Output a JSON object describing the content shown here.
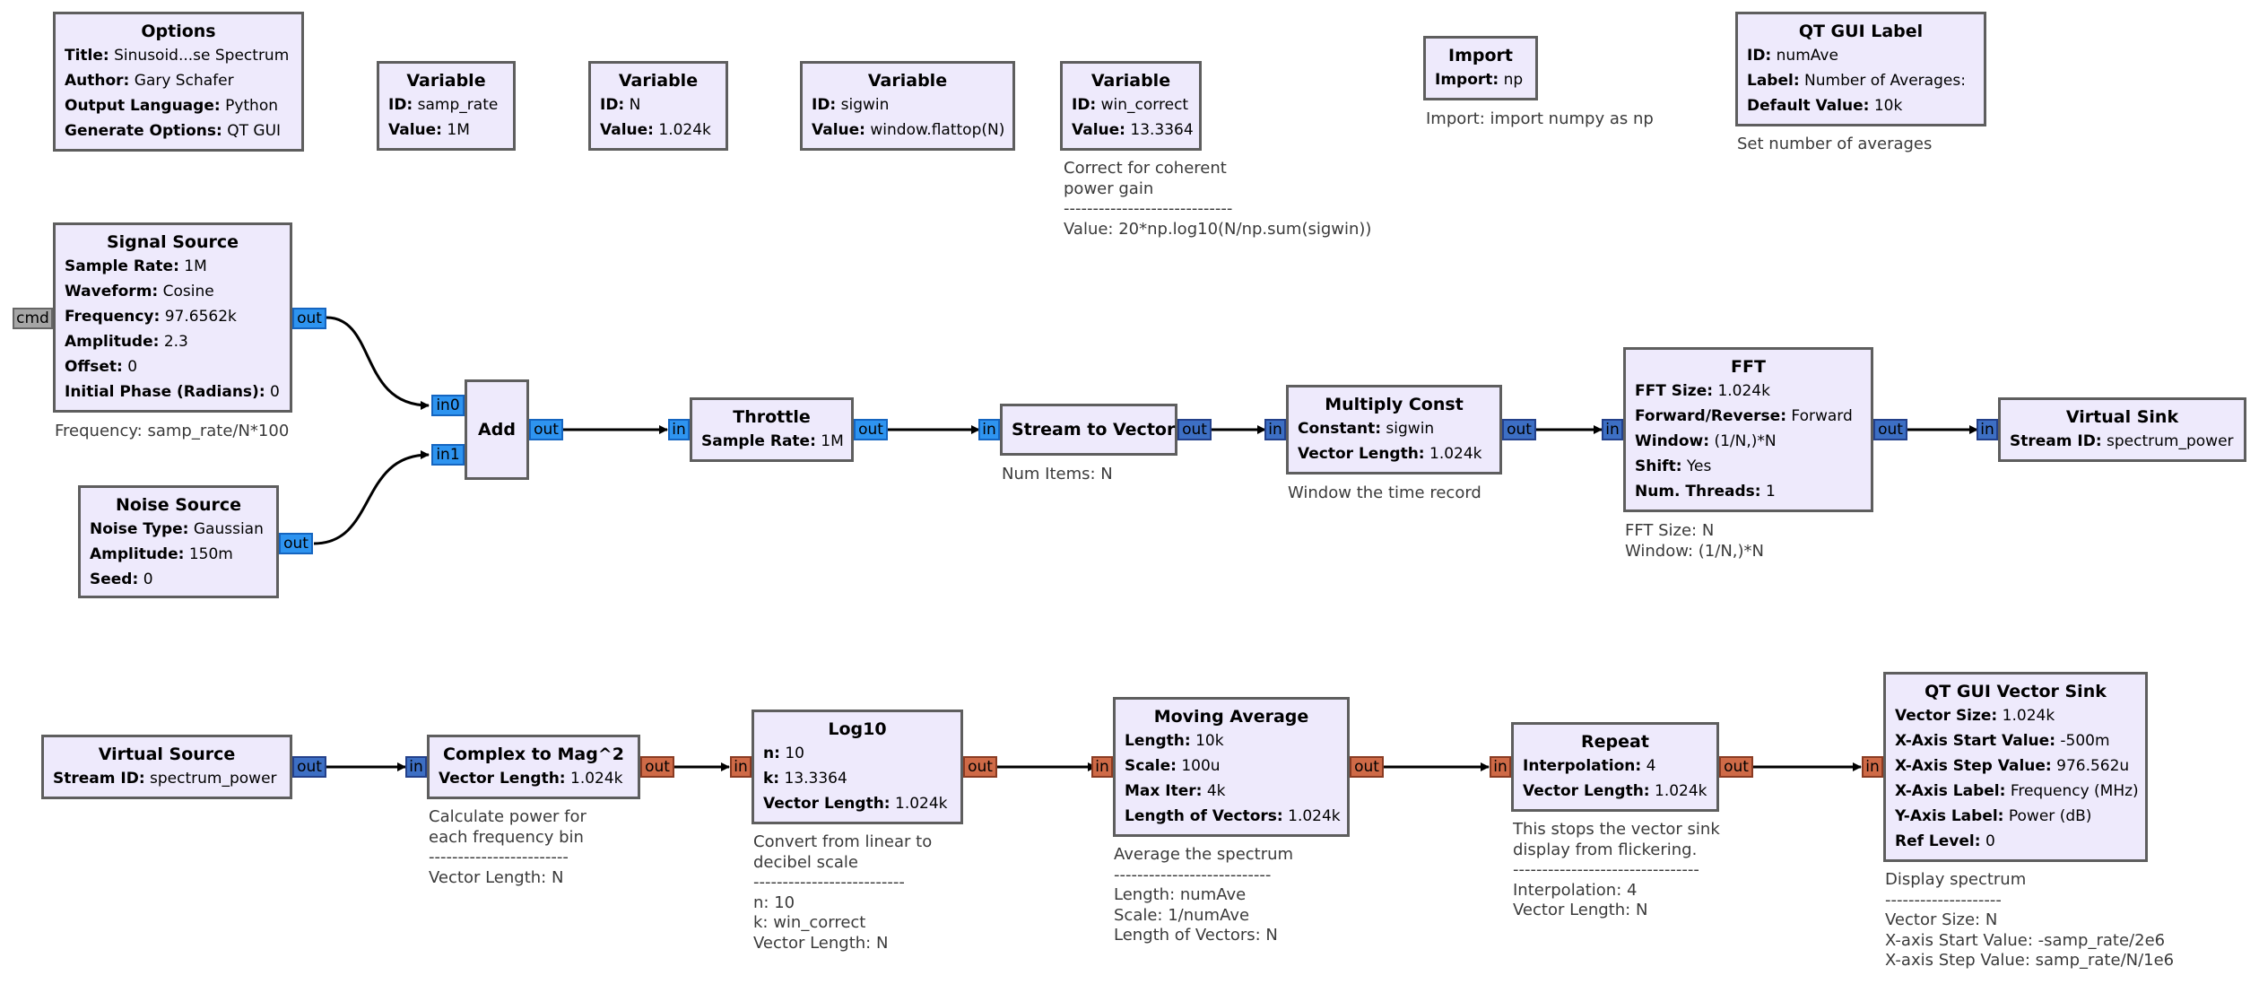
{
  "blocks": {
    "options": {
      "title": "Options",
      "rows": [
        {
          "k": "Title:",
          "v": "Sinusoid...se Spectrum"
        },
        {
          "k": "Author:",
          "v": "Gary Schafer"
        },
        {
          "k": "Output Language:",
          "v": "Python"
        },
        {
          "k": "Generate Options:",
          "v": "QT GUI"
        }
      ]
    },
    "var_samp_rate": {
      "title": "Variable",
      "rows": [
        {
          "k": "ID:",
          "v": "samp_rate"
        },
        {
          "k": "Value:",
          "v": "1M"
        }
      ]
    },
    "var_n": {
      "title": "Variable",
      "rows": [
        {
          "k": "ID:",
          "v": "N"
        },
        {
          "k": "Value:",
          "v": "1.024k"
        }
      ]
    },
    "var_sigwin": {
      "title": "Variable",
      "rows": [
        {
          "k": "ID:",
          "v": "sigwin"
        },
        {
          "k": "Value:",
          "v": "window.flattop(N)"
        }
      ]
    },
    "var_win_correct": {
      "title": "Variable",
      "rows": [
        {
          "k": "ID:",
          "v": "win_correct"
        },
        {
          "k": "Value:",
          "v": "13.3364"
        }
      ]
    },
    "import": {
      "title": "Import",
      "rows": [
        {
          "k": "Import:",
          "v": "np"
        }
      ]
    },
    "qt_gui_label": {
      "title": "QT GUI Label",
      "rows": [
        {
          "k": "ID:",
          "v": "numAve"
        },
        {
          "k": "Label:",
          "v": "Number of Averages:"
        },
        {
          "k": "Default Value:",
          "v": "10k"
        }
      ]
    },
    "signal_source": {
      "title": "Signal Source",
      "rows": [
        {
          "k": "Sample Rate:",
          "v": "1M"
        },
        {
          "k": "Waveform:",
          "v": "Cosine"
        },
        {
          "k": "Frequency:",
          "v": "97.6562k"
        },
        {
          "k": "Amplitude:",
          "v": "2.3"
        },
        {
          "k": "Offset:",
          "v": "0"
        },
        {
          "k": "Initial Phase (Radians):",
          "v": "0"
        }
      ]
    },
    "noise_source": {
      "title": "Noise Source",
      "rows": [
        {
          "k": "Noise Type:",
          "v": "Gaussian"
        },
        {
          "k": "Amplitude:",
          "v": "150m"
        },
        {
          "k": "Seed:",
          "v": "0"
        }
      ]
    },
    "add": {
      "title": "Add"
    },
    "throttle": {
      "title": "Throttle",
      "rows": [
        {
          "k": "Sample Rate:",
          "v": "1M"
        }
      ]
    },
    "stream_to_vector": {
      "title": "Stream to Vector"
    },
    "multiply_const": {
      "title": "Multiply Const",
      "rows": [
        {
          "k": "Constant:",
          "v": "sigwin"
        },
        {
          "k": "Vector Length:",
          "v": "1.024k"
        }
      ]
    },
    "fft": {
      "title": "FFT",
      "rows": [
        {
          "k": "FFT Size:",
          "v": "1.024k"
        },
        {
          "k": "Forward/Reverse:",
          "v": "Forward"
        },
        {
          "k": "Window:",
          "v": "(1/N,)*N"
        },
        {
          "k": "Shift:",
          "v": "Yes"
        },
        {
          "k": "Num. Threads:",
          "v": "1"
        }
      ]
    },
    "virtual_sink": {
      "title": "Virtual Sink",
      "rows": [
        {
          "k": "Stream ID:",
          "v": "spectrum_power"
        }
      ]
    },
    "virtual_source": {
      "title": "Virtual Source",
      "rows": [
        {
          "k": "Stream ID:",
          "v": "spectrum_power"
        }
      ]
    },
    "complex_to_mag2": {
      "title": "Complex to Mag^2",
      "rows": [
        {
          "k": "Vector Length:",
          "v": "1.024k"
        }
      ]
    },
    "log10": {
      "title": "Log10",
      "rows": [
        {
          "k": "n:",
          "v": "10"
        },
        {
          "k": "k:",
          "v": "13.3364"
        },
        {
          "k": "Vector Length:",
          "v": "1.024k"
        }
      ]
    },
    "moving_average": {
      "title": "Moving Average",
      "rows": [
        {
          "k": "Length:",
          "v": "10k"
        },
        {
          "k": "Scale:",
          "v": "100u"
        },
        {
          "k": "Max Iter:",
          "v": "4k"
        },
        {
          "k": "Length of Vectors:",
          "v": "1.024k"
        }
      ]
    },
    "repeat": {
      "title": "Repeat",
      "rows": [
        {
          "k": "Interpolation:",
          "v": "4"
        },
        {
          "k": "Vector Length:",
          "v": "1.024k"
        }
      ]
    },
    "qt_vector_sink": {
      "title": "QT GUI Vector Sink",
      "rows": [
        {
          "k": "Vector Size:",
          "v": "1.024k"
        },
        {
          "k": "X-Axis Start Value:",
          "v": "-500m"
        },
        {
          "k": "X-Axis Step Value:",
          "v": "976.562u"
        },
        {
          "k": "X-Axis Label:",
          "v": "Frequency (MHz)"
        },
        {
          "k": "Y-Axis Label:",
          "v": "Power (dB)"
        },
        {
          "k": "Ref Level:",
          "v": "0"
        }
      ]
    }
  },
  "ports": {
    "cmd": "cmd",
    "out": "out",
    "in": "in",
    "in0": "in0",
    "in1": "in1"
  },
  "port_colors": {
    "complex_stream": "#2e94f0",
    "complex_vector": "#3d6fc4",
    "float_vector": "#cf6a47",
    "message": "#a6a6a6"
  },
  "notes": {
    "win_correct": "Correct for coherent\npower gain\n-----------------------------\nValue: 20*np.log10(N/np.sum(sigwin))",
    "import": "Import: import numpy as np",
    "qt_gui_label": "Set number of averages",
    "signal_source": "Frequency: samp_rate/N*100",
    "stream_to_vector": "Num Items: N",
    "multiply_const": "Window the time record",
    "fft": "FFT Size: N\nWindow: (1/N,)*N",
    "complex_to_mag2": "Calculate power for\neach frequency bin\n------------------------\nVector Length: N",
    "log10": "Convert from linear to\ndecibel scale\n--------------------------\nn: 10\nk: win_correct\nVector Length: N",
    "moving_average": "Average the spectrum\n---------------------------\nLength: numAve\nScale: 1/numAve\nLength of Vectors: N",
    "repeat": "This stops the vector sink\ndisplay from flickering.\n--------------------------------\nInterpolation: 4\nVector Length: N",
    "qt_vector_sink": "Display spectrum\n--------------------\nVector Size: N\nX-axis Start Value: -samp_rate/2e6\nX-axis Step Value: samp_rate/N/1e6"
  }
}
